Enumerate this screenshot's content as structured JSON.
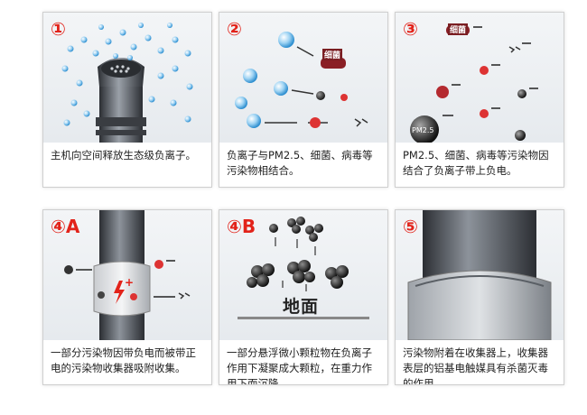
{
  "panels": [
    {
      "number": "①",
      "caption": "主机向空间释放生态级负离子。"
    },
    {
      "number": "②",
      "caption": "负离子与PM2.5、细菌、病毒等污染物相结合。",
      "tag": "细菌"
    },
    {
      "number": "③",
      "caption": "PM2.5、细菌、病毒等污染物因结合了负离子带上负电。",
      "tag": "细菌",
      "pm_label": "PM2.5"
    },
    {
      "number": "④A",
      "caption": "一部分污染物因带负电而被带正电的污染物收集器吸附收集。"
    },
    {
      "number": "④B",
      "caption": "一部分悬浮微小颗粒物在负离子作用下凝聚成大颗粒，在重力作用下而沉降。",
      "ground": "地面"
    },
    {
      "number": "⑤",
      "caption": "污染物附着在收集器上，收集器表层的铝基电触媒具有杀菌灭毒的作用。"
    }
  ],
  "colors": {
    "accent": "#e2231a",
    "ion": "#4aa3df",
    "metal": "#555a60"
  }
}
